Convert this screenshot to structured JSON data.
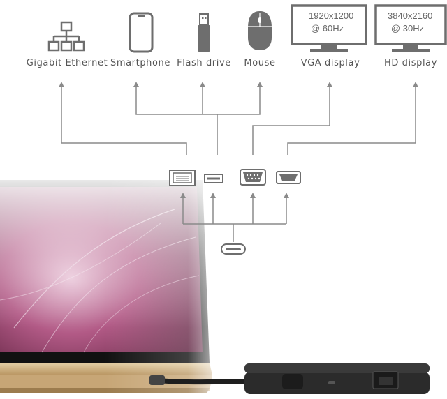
{
  "devices": [
    {
      "label": "Gigabit Ethernet",
      "icon": "network-icon"
    },
    {
      "label": "Smartphone",
      "icon": "smartphone-icon"
    },
    {
      "label": "Flash drive",
      "icon": "usb-flash-drive-icon"
    },
    {
      "label": "Mouse",
      "icon": "mouse-icon"
    },
    {
      "label": "VGA display",
      "icon": "monitor-icon",
      "screen_lines": [
        "1920x1200",
        "@ 60Hz"
      ]
    },
    {
      "label": "HD display",
      "icon": "monitor-icon",
      "screen_lines": [
        "3840x2160",
        "@ 30Hz"
      ]
    }
  ],
  "ports": [
    "ethernet-port-icon",
    "usb-a-port-icon",
    "vga-port-icon",
    "hdmi-port-icon",
    "usb-c-port-icon"
  ],
  "colors": {
    "icon": "#6e6e6e",
    "line": "#8a8a8a",
    "text": "#555555",
    "laptop_gold": "#c9a878",
    "screen_pink": "#b25a86",
    "hub": "#2b2b2b"
  }
}
